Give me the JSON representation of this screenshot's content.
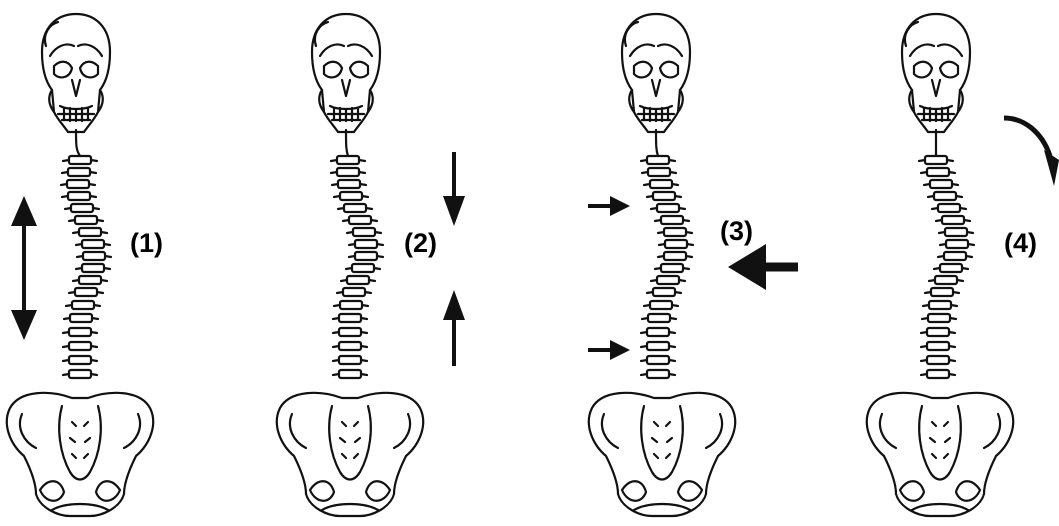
{
  "panels": [
    {
      "label": "(1)",
      "force": "axial-traction"
    },
    {
      "label": "(2)",
      "force": "axial-compression"
    },
    {
      "label": "(3)",
      "force": "three-point-lateral"
    },
    {
      "label": "(4)",
      "force": "rotation"
    }
  ],
  "colors": {
    "ink": "#111111",
    "background": "#ffffff"
  }
}
